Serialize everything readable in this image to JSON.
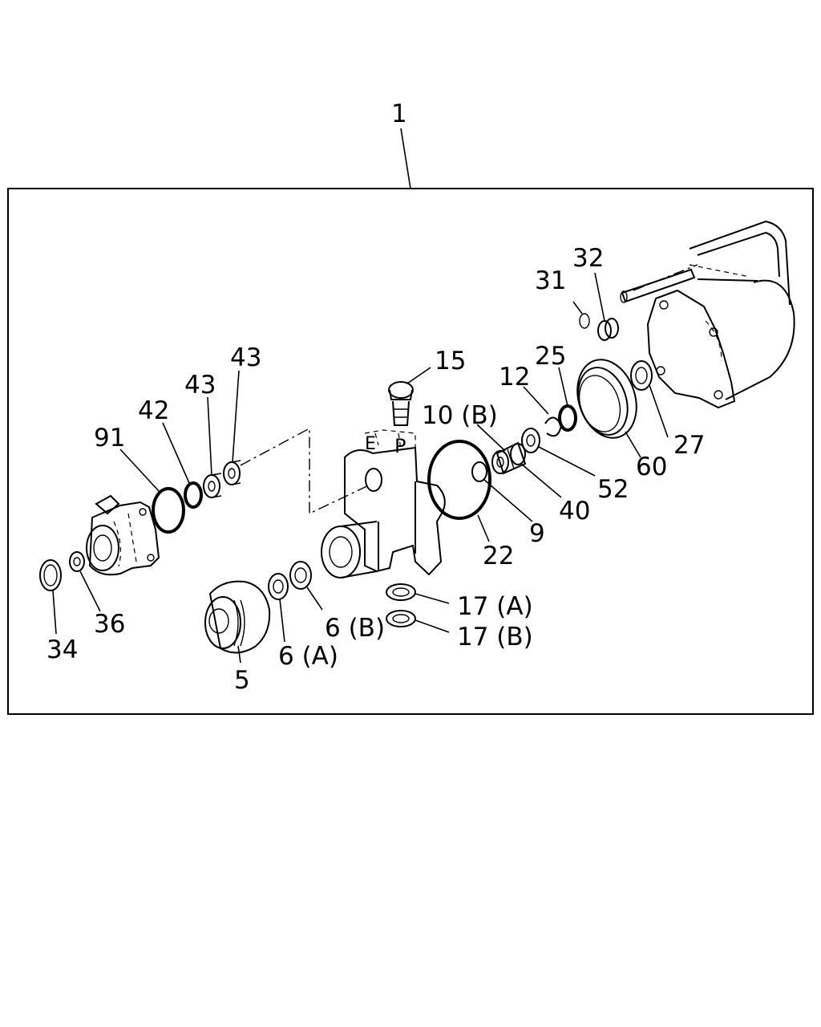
{
  "diagram": {
    "callouts": {
      "assembly": "1",
      "c15": "15",
      "c43a": "43",
      "c43b": "43",
      "c42": "42",
      "c91": "91",
      "c31": "31",
      "c32": "32",
      "c25": "25",
      "c12": "12",
      "c10b": "10 (B)",
      "c27": "27",
      "c60": "60",
      "c52": "52",
      "c40": "40",
      "c9": "9",
      "c22": "22",
      "c17a": "17 (A)",
      "c17b": "17 (B)",
      "c6b": "6 (B)",
      "c6a": "6 (A)",
      "c5": "5",
      "c34": "34",
      "c36": "36"
    }
  }
}
